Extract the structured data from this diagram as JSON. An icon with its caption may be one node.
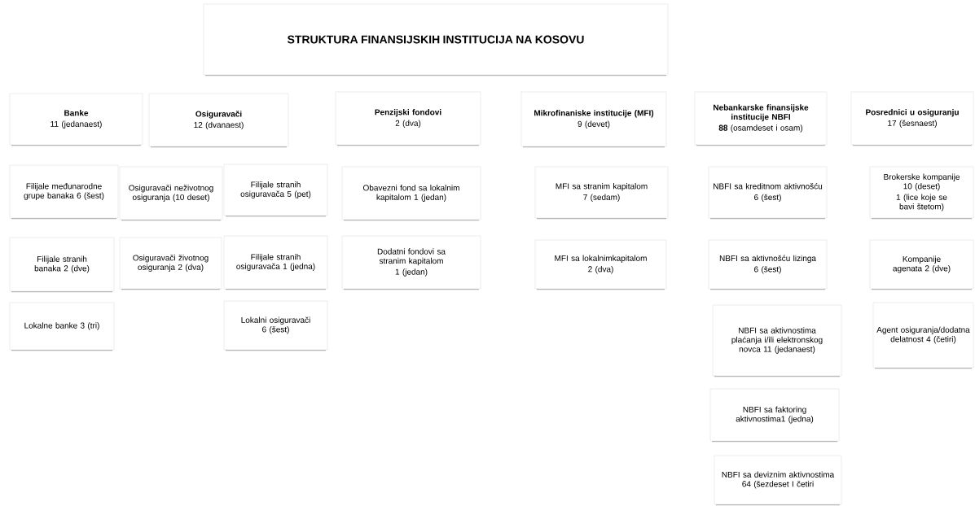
{
  "diagram": {
    "nodes": [
      {
        "text": [
          "STRUKTURA FINANSIJSKIH INSTITUCIJA NA KOSOVU"
        ]
      },
      {
        "text": [
          "Banke",
          "11 (jedanaest)"
        ]
      },
      {
        "text": [
          "Osiguravači",
          "12 (dvanaest)"
        ]
      },
      {
        "text": [
          "Penzijski fondovi",
          "2 (dva)"
        ]
      },
      {
        "text": [
          "Mikrofinaniske institucije (MFI)",
          "9 (devet)"
        ]
      },
      {
        "text": [
          "Nebankarske finansijske institucije NBFI",
          "**88** (osamdeset i osam)"
        ]
      },
      {
        "text": [
          "Posrednici u osiguranju",
          "17 (šesnaest)"
        ]
      },
      {
        "text": [
          "Filijale međunarodne grupe banaka 6 (šest)"
        ]
      },
      {
        "text": [
          "Osiguravači neživotnog osiguranja (10 deset)"
        ]
      },
      {
        "text": [
          "Filijale stranih osiguravača 5 (pet)"
        ]
      },
      {
        "text": [
          "Obavezni fond sa lokalnim kapitalom 1 (jedan)"
        ]
      },
      {
        "text": [
          "MFI sa stranim kapitalom",
          "7 (sedam)"
        ]
      },
      {
        "text": [
          "NBFI sa kreditnom aktivnošću",
          "6 (šest)"
        ]
      },
      {
        "text": [
          "Brokerske kompanije 10 (deset)",
          "1 (lice koje se bavi štetom)"
        ]
      },
      {
        "text": [
          "Filijale stranih banaka 2 (dve)"
        ]
      },
      {
        "text": [
          "Osiguravači životnog osiguranja 2 (dva)"
        ]
      },
      {
        "text": [
          "Filijale stranih osiguravača 1 (jedna)"
        ]
      },
      {
        "text": [
          "Dodatni fondovi sa stranim kapitalom",
          "1 (jedan)"
        ]
      },
      {
        "text": [
          "MFI sa lokalnimkapitalom",
          "2 (dva)"
        ]
      },
      {
        "text": [
          "NBFI sa aktivnošću lizinga",
          "6 (šest)"
        ]
      },
      {
        "text": [
          "Kompanije agenata 2 (dve)"
        ]
      },
      {
        "text": [
          "Lokalne banke 3 (tri)"
        ]
      },
      {
        "text": [
          "Lokalni osiguravači 6 (šest)"
        ]
      },
      {
        "text": [
          "NBFI sa aktivnostima plaćanja i/ili elektronskog novca 11 (jedanaest)"
        ]
      },
      {
        "text": [
          "Agent osiguranja/dodatna delatnost 4 (četiri)"
        ]
      },
      {
        "text": [
          "NBFI sa faktoring aktivnostima1 (jedna)"
        ]
      },
      {
        "text": [
          "NBFI sa deviznim aktivnostima 64 (šezdeset I četiri"
        ]
      }
    ]
  }
}
